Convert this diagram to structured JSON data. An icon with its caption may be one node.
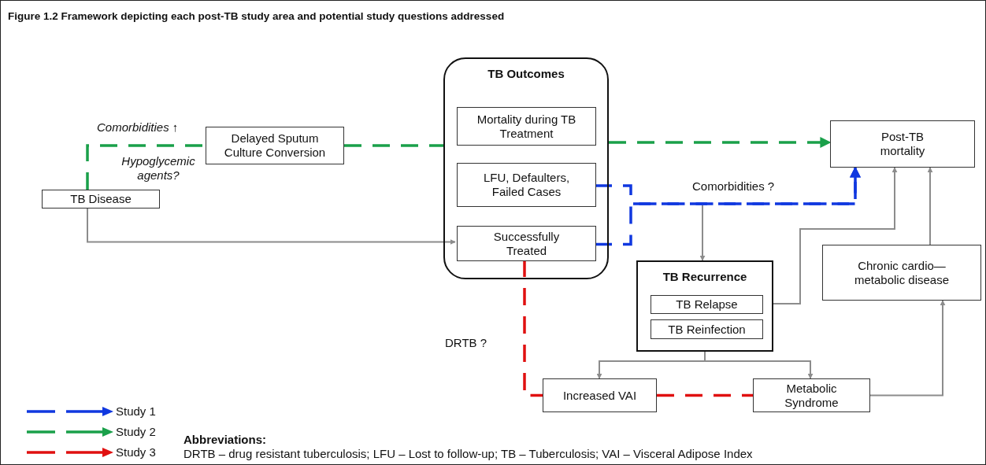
{
  "diagram": {
    "title": "Figure 1.2 Framework depicting each post-TB study area and potential study questions addressed",
    "nodes": [
      {
        "text": [
          "TB Disease"
        ]
      },
      {
        "text": [
          "Delayed Sputum Culture Conversion"
        ]
      },
      {
        "text": [
          "TB Outcomes"
        ]
      },
      {
        "text": [
          "Mortality during TB Treatment"
        ],
        "in": 2
      },
      {
        "text": [
          "LFU, Defaulters, Failed Cases"
        ],
        "in": 2
      },
      {
        "text": [
          "Successfully Treated"
        ],
        "in": 2
      },
      {
        "text": [
          "Post-TB mortality"
        ]
      },
      {
        "text": [
          "TB Recurrence"
        ]
      },
      {
        "text": [
          "TB Relapse"
        ],
        "in": 7
      },
      {
        "text": [
          "TB Reinfection"
        ],
        "in": 7
      },
      {
        "text": [
          "Chronic cardio—metabolic disease"
        ]
      },
      {
        "text": [
          "Increased VAI"
        ]
      },
      {
        "text": [
          "Metabolic Syndrome"
        ]
      }
    ],
    "edges": [
      {
        "from": 0,
        "to": 1,
        "arrow": "none",
        "style": "dashed",
        "color": "#1aa04a"
      },
      {
        "from": 1,
        "to": 2,
        "arrow": "none",
        "style": "dashed",
        "color": "#1aa04a"
      },
      {
        "from": 2,
        "to": 6,
        "arrow": "to",
        "style": "dashed",
        "color": "#1aa04a"
      },
      {
        "from": 0,
        "to": 5,
        "arrow": "to"
      },
      {
        "from": 4,
        "to": 6,
        "arrow": "to",
        "style": "dashed",
        "color": "#1038e0"
      },
      {
        "from": 5,
        "to": 6,
        "arrow": "to",
        "style": "dashed",
        "color": "#1038e0"
      },
      {
        "from": null,
        "to": 7,
        "arrow": "to"
      },
      {
        "from": 7,
        "to": 6,
        "arrow": "to"
      },
      {
        "from": 10,
        "to": 6,
        "arrow": "to"
      },
      {
        "from": 7,
        "to": 11,
        "arrow": "to"
      },
      {
        "from": 7,
        "to": 12,
        "arrow": "to"
      },
      {
        "from": 5,
        "to": 11,
        "arrow": "none",
        "style": "dashed",
        "color": "#e01010"
      },
      {
        "from": 11,
        "to": 12,
        "arrow": "none",
        "style": "dashed",
        "color": "#e01010"
      },
      {
        "from": 12,
        "to": 10,
        "arrow": "to"
      }
    ],
    "labels": [
      "Comorbidities ↑",
      "Hypoglycemic agents?",
      "Comorbidities ?",
      "DRTB ?",
      "Abbreviations:",
      "DRTB – drug resistant tuberculosis; LFU – Lost to follow-up; TB – Tuberculosis; VAI – Visceral Adipose Index"
    ],
    "legend": [
      {
        "text": "Study 1"
      },
      {
        "text": "Study 2"
      },
      {
        "text": "Study 3"
      }
    ]
  }
}
